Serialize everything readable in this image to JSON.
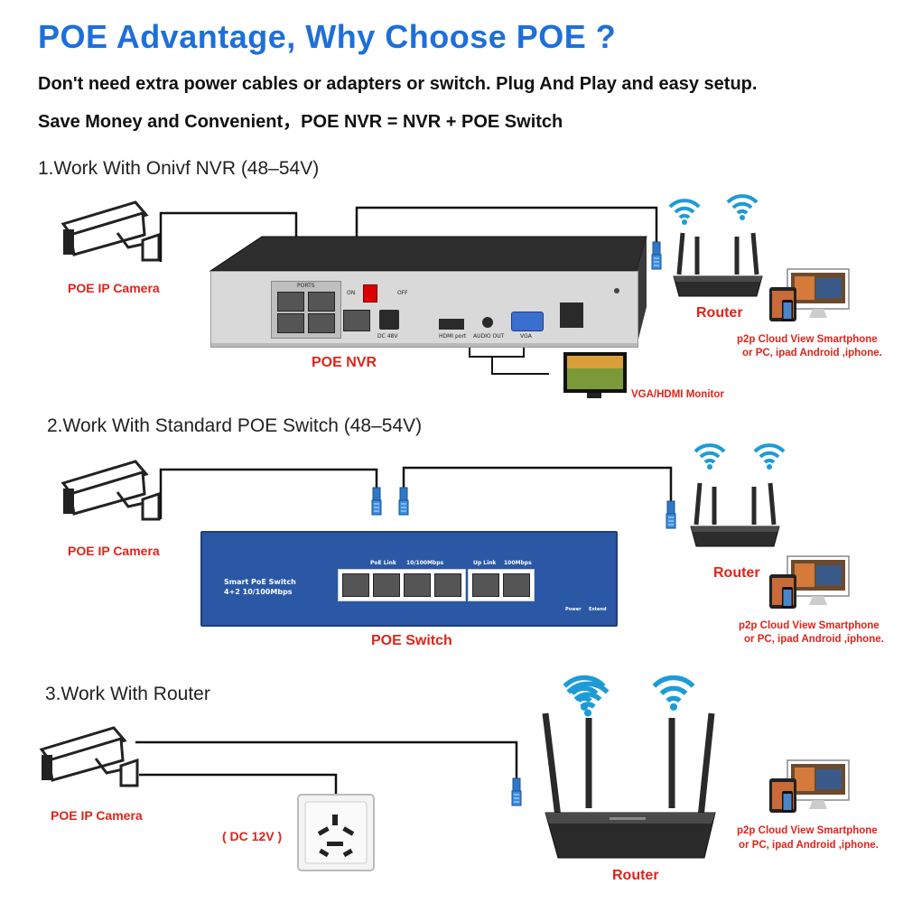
{
  "header": {
    "title": "POE Advantage, Why Choose POE ?",
    "line1": "Don't need extra power cables or adapters or switch. Plug And Play and easy setup.",
    "line2": "Save Money and Convenient，POE NVR = NVR + POE Switch"
  },
  "section1": {
    "heading": "1.Work With Onivf NVR (48–54V)",
    "camera_label": "POE IP Camera",
    "nvr_label": "POE NVR",
    "router_label": "Router",
    "monitor_label": "VGA/HDMI Monitor",
    "cloud_line1": "p2p Cloud  View Smartphone",
    "cloud_line2": "or PC, ipad Android ,iphone.",
    "nvr_marks": {
      "ports": "PORTS",
      "on": "ON",
      "off": "OFF",
      "dc": "DC 48V",
      "hdmi": "HDMI port",
      "audio": "AUDIO OUT",
      "vga": "VGA"
    }
  },
  "section2": {
    "heading": "2.Work With Standard POE Switch (48–54V)",
    "camera_label": "POE IP Camera",
    "switch_label": "POE Switch",
    "router_label": "Router",
    "cloud_line1": "p2p Cloud  View Smartphone",
    "cloud_line2": "or PC, ipad Android ,iphone.",
    "switch_marks": {
      "name": "Smart PoE Switch",
      "spec": "4+2 10/100Mbps",
      "poe_link": "PoE Link",
      "speed1": "10/100Mbps",
      "uplink": "Up Link",
      "speed2": "100Mbps",
      "power": "Power",
      "extend": "Extend"
    }
  },
  "section3": {
    "heading": "3.Work With Router",
    "camera_label": "POE IP Camera",
    "dc_label": "( DC 12V )",
    "router_label": "Router",
    "cloud_line1": "p2p Cloud  View Smartphone",
    "cloud_line2": "or PC, ipad Android ,iphone."
  },
  "colors": {
    "title_blue": "#1e6fd9",
    "label_red": "#e0241a",
    "switch_blue": "#2a58a5",
    "wifi_blue": "#1e9bd7"
  }
}
